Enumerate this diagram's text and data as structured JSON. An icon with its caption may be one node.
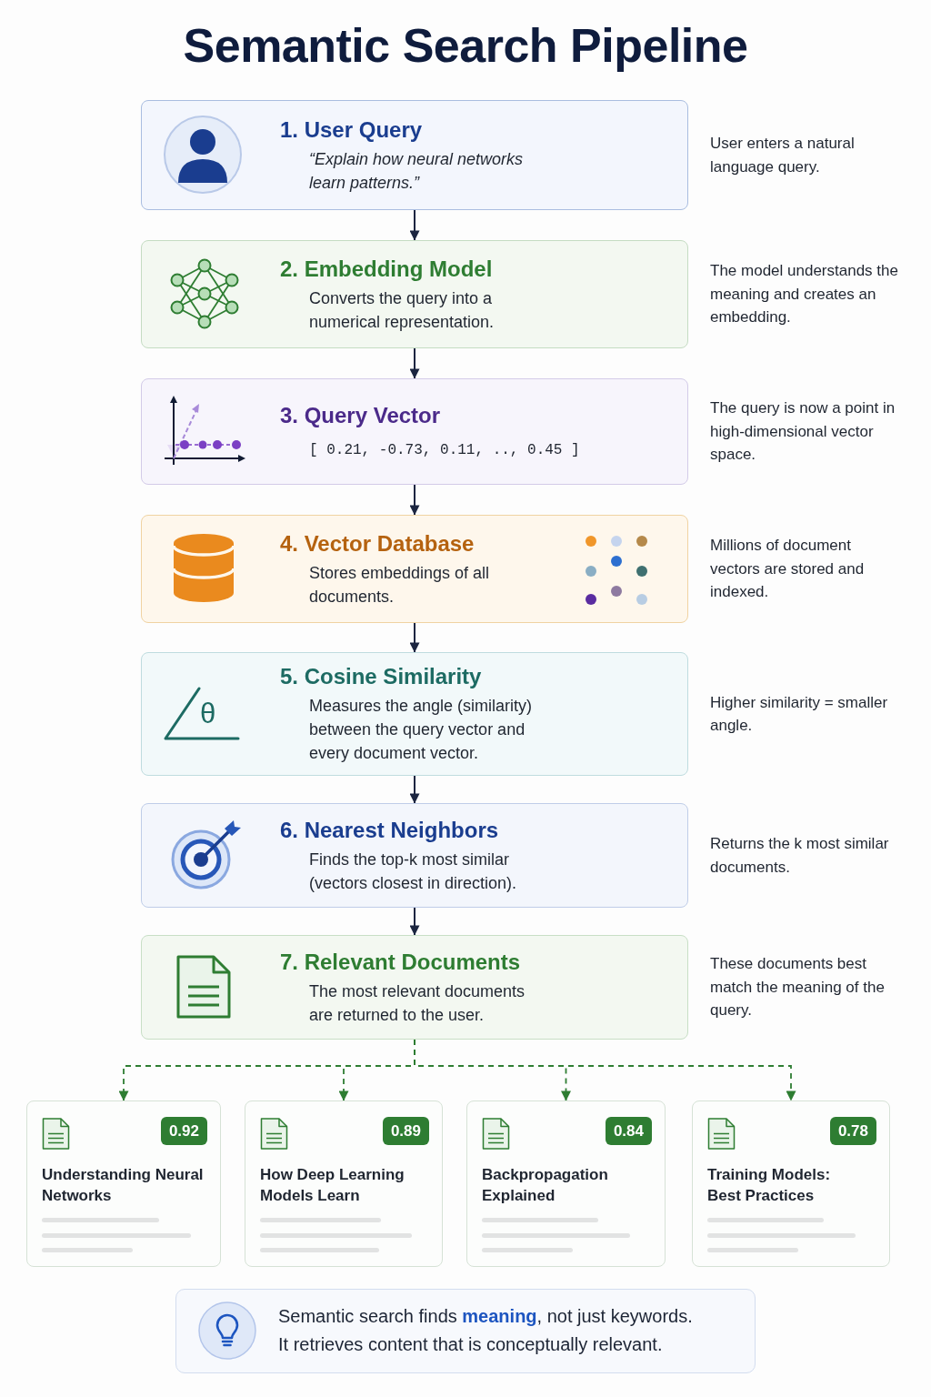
{
  "diagram": {
    "title": "Semantic Search Pipeline",
    "nodes": [
      {
        "text": [
          "1. User Query",
          "“Explain how neural networks learn patterns.”"
        ],
        "beside": [
          "User enters a natural language query."
        ]
      },
      {
        "text": [
          "2. Embedding Model",
          "Converts the query into a numerical representation."
        ],
        "beside": [
          "The model understands the meaning and creates an embedding."
        ]
      },
      {
        "text": [
          "3. Query Vector",
          "[ 0.21, -0.73, 0.11, .., 0.45 ]"
        ],
        "beside": [
          "The query is now a point in high-dimensional vector space."
        ]
      },
      {
        "text": [
          "4. Vector Database",
          "Stores embeddings of all documents."
        ],
        "beside": [
          "Millions of document vectors are stored and indexed."
        ]
      },
      {
        "text": [
          "5. Cosine Similarity",
          "Measures the angle (similarity) between the query vector and every document vector."
        ],
        "beside": [
          "Higher similarity = smaller angle."
        ]
      },
      {
        "text": [
          "6. Nearest Neighbors",
          "Finds the top-k most similar (vectors closest in direction)."
        ],
        "beside": [
          "Returns the k most similar documents."
        ]
      },
      {
        "text": [
          "7. Relevant Documents",
          "The most relevant documents are returned to the user."
        ],
        "beside": [
          "These documents best match the meaning of the query."
        ]
      },
      {
        "text": [
          "0.92",
          "Understanding Neural Networks"
        ]
      },
      {
        "text": [
          "0.89",
          "How Deep Learning Models Learn"
        ]
      },
      {
        "text": [
          "0.84",
          "Backpropagation Explained"
        ]
      },
      {
        "text": [
          "0.78",
          "Training Models: Best Practices"
        ]
      },
      {
        "text": [
          "Semantic search finds **meaning**, not just keywords. It retrieves content that is conceptually relevant."
        ]
      }
    ],
    "edges": [
      {
        "from": 0,
        "to": 1,
        "arrow": "to"
      },
      {
        "from": 1,
        "to": 2,
        "arrow": "to"
      },
      {
        "from": 2,
        "to": 3,
        "arrow": "to"
      },
      {
        "from": 3,
        "to": 4,
        "arrow": "to"
      },
      {
        "from": 4,
        "to": 5,
        "arrow": "to"
      },
      {
        "from": 5,
        "to": 6,
        "arrow": "to"
      },
      {
        "from": 6,
        "to": 7,
        "arrow": "to",
        "style": "dashed",
        "color": "#2e7d32"
      },
      {
        "from": 6,
        "to": 8,
        "arrow": "to",
        "style": "dashed",
        "color": "#2e7d32"
      },
      {
        "from": 6,
        "to": 9,
        "arrow": "to",
        "style": "dashed",
        "color": "#2e7d32"
      },
      {
        "from": 6,
        "to": 10,
        "arrow": "to",
        "style": "dashed",
        "color": "#2e7d32"
      }
    ],
    "labels": [
      "θ"
    ]
  }
}
